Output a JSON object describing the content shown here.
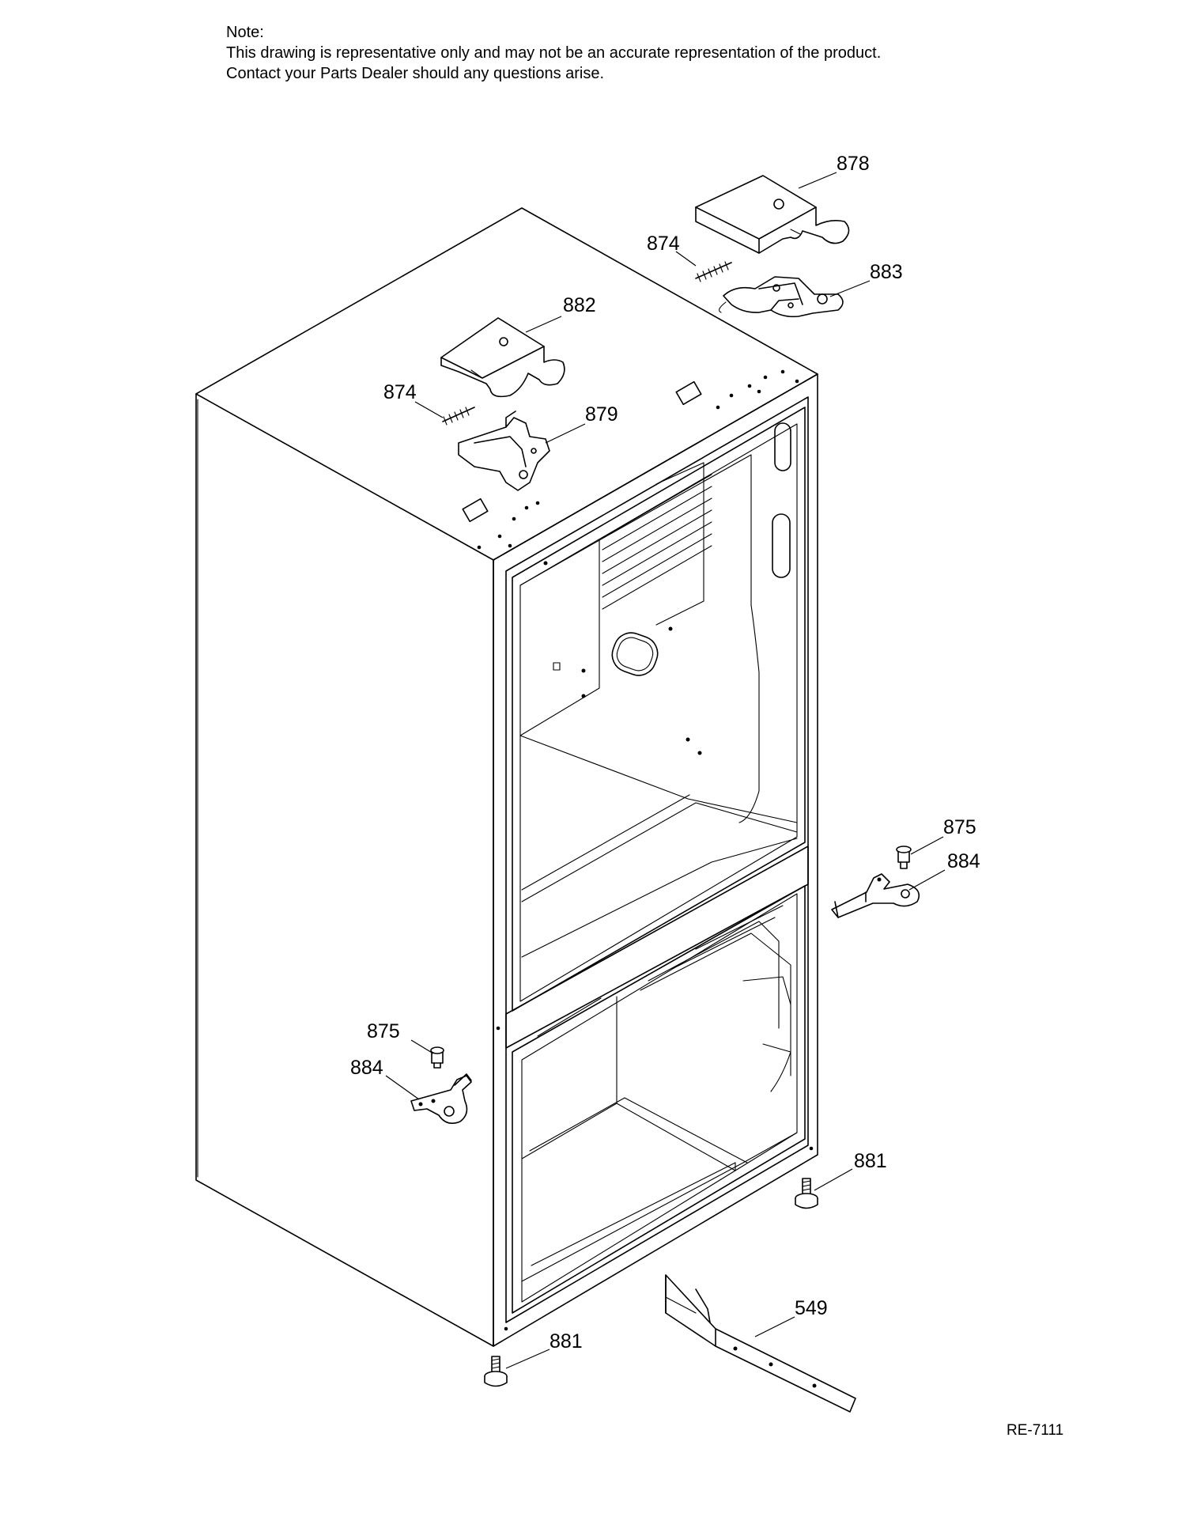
{
  "note": {
    "heading": "Note:",
    "line1": "This drawing is representative only and may not be an accurate representation of the product.",
    "line2": "Contact your Parts Dealer should any questions arise."
  },
  "reference": "RE-7111",
  "callouts": {
    "hinge_cover_right": "878",
    "spring_right": "874",
    "hinge_top_right": "883",
    "hinge_cover_left": "882",
    "spring_left": "874",
    "hinge_top_left": "879",
    "pin_right": "875",
    "hinge_center_right": "884",
    "pin_left": "875",
    "hinge_center_left": "884",
    "leveler_right": "881",
    "leveler_left": "881",
    "bracket_bottom": "549"
  }
}
